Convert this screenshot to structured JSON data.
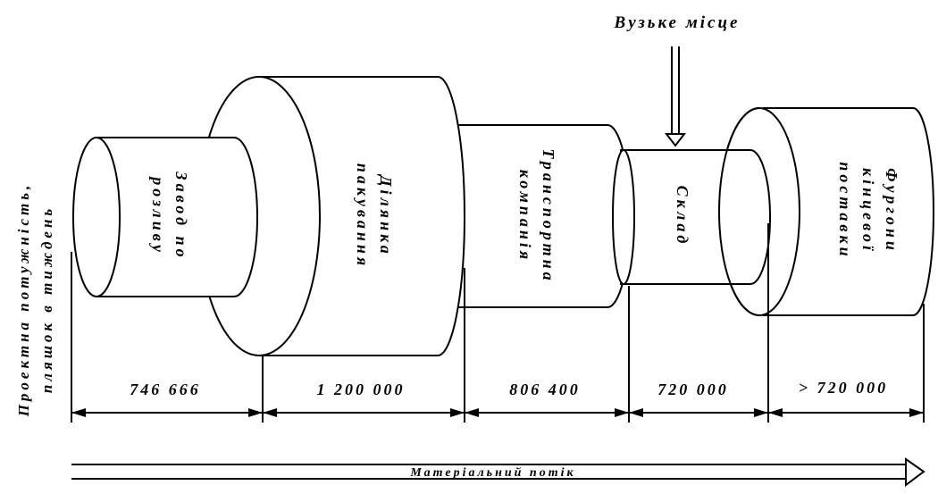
{
  "axis_label": {
    "line1": "Проектна потужність,",
    "line2": "пляшок в тиждень"
  },
  "bottleneck_label": "Вузьке місце",
  "flow_label": "Матеріальний потік",
  "stages": [
    {
      "id": "bottling",
      "lines": [
        "Завод по",
        "розливу"
      ],
      "capacity": "746 666"
    },
    {
      "id": "packing",
      "lines": [
        "Ділянка",
        "пакування"
      ],
      "capacity": "1 200 000"
    },
    {
      "id": "transport",
      "lines": [
        "Транспортна",
        "компанія"
      ],
      "capacity": "806 400"
    },
    {
      "id": "warehouse",
      "lines": [
        "Склад"
      ],
      "capacity": "720 000"
    },
    {
      "id": "vans",
      "lines": [
        "Фургони",
        "кінцевої",
        "поставки"
      ],
      "capacity": "> 720 000"
    }
  ]
}
